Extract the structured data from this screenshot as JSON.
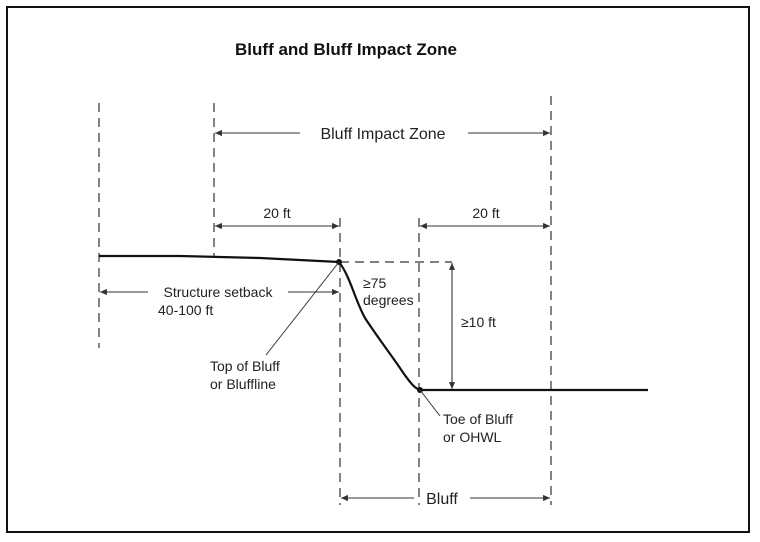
{
  "title": "Bluff and Bluff Impact Zone",
  "labels": {
    "bluff_impact_zone": "Bluff Impact Zone",
    "dim_20ft_left": "20 ft",
    "dim_20ft_right": "20 ft",
    "setback_line1": "Structure setback",
    "setback_line2": "40-100 ft",
    "angle_line1": "≥75",
    "angle_line2": "degrees",
    "height": "≥10 ft",
    "top_line1": "Top of Bluff",
    "top_line2": "or Bluffline",
    "toe_line1": "Toe of Bluff",
    "toe_line2": "or OHWL",
    "bluff": "Bluff"
  }
}
